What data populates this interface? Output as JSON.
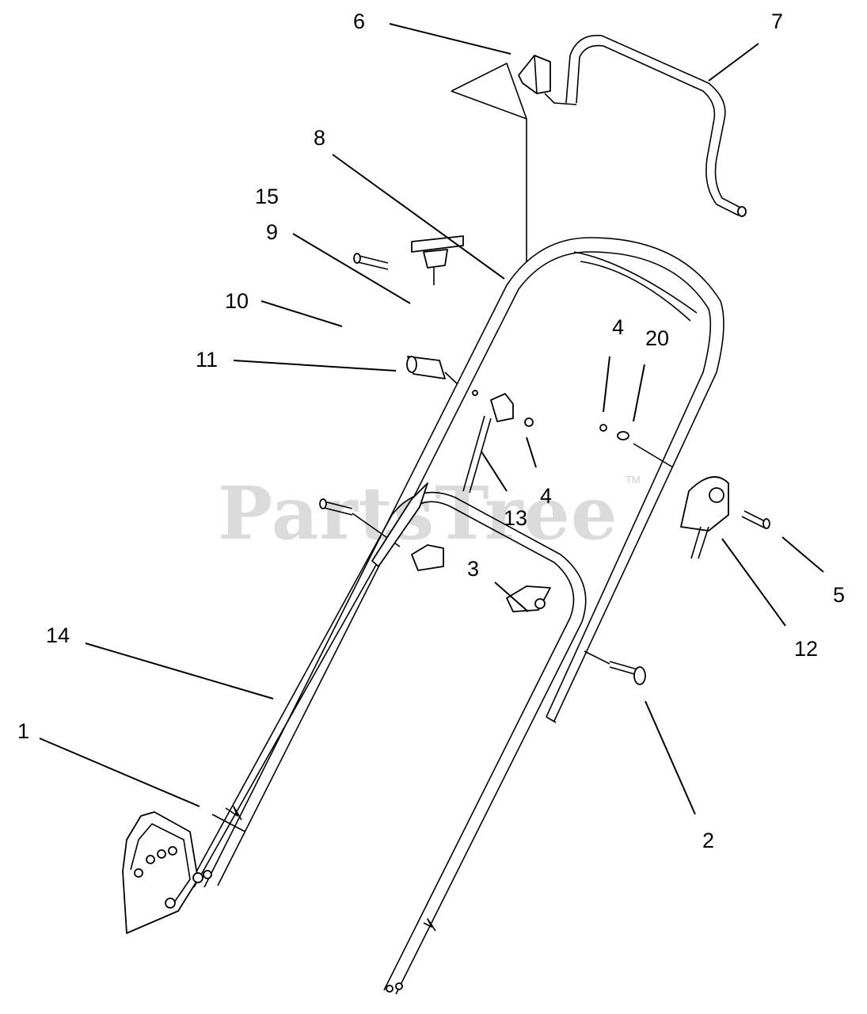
{
  "diagram": {
    "watermark": "PartsTree",
    "trademark": "TM",
    "callouts": [
      {
        "id": "label-1",
        "text": "1"
      },
      {
        "id": "label-2",
        "text": "2"
      },
      {
        "id": "label-3",
        "text": "3"
      },
      {
        "id": "label-4a",
        "text": "4"
      },
      {
        "id": "label-4b",
        "text": "4"
      },
      {
        "id": "label-5",
        "text": "5"
      },
      {
        "id": "label-6",
        "text": "6"
      },
      {
        "id": "label-7",
        "text": "7"
      },
      {
        "id": "label-8",
        "text": "8"
      },
      {
        "id": "label-9",
        "text": "9"
      },
      {
        "id": "label-10",
        "text": "10"
      },
      {
        "id": "label-11",
        "text": "11"
      },
      {
        "id": "label-12",
        "text": "12"
      },
      {
        "id": "label-13",
        "text": "13"
      },
      {
        "id": "label-14",
        "text": "14"
      },
      {
        "id": "label-15",
        "text": "15"
      },
      {
        "id": "label-20",
        "text": "20"
      }
    ]
  }
}
